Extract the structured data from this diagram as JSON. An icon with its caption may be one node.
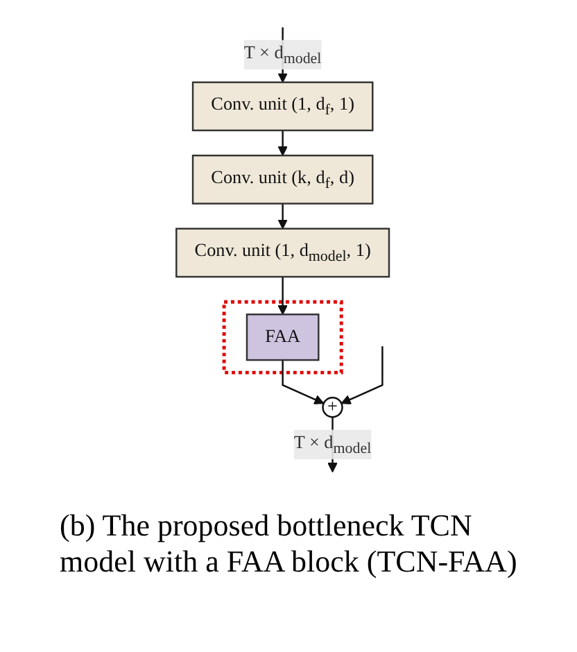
{
  "diagram": {
    "caption": "(b) The proposed bottleneck TCN model with a FAA block (TCN-FAA)",
    "nodes": [
      {
        "text": [
          "Conv. unit (1, d$_{f}$, 1)"
        ]
      },
      {
        "text": [
          "Conv. unit (k, d$_{f}$, d)"
        ]
      },
      {
        "text": [
          "Conv. unit (1, d$_{model}$, 1)"
        ]
      },
      {
        "text": [],
        "shape": "box"
      },
      {
        "text": [
          "FAA"
        ],
        "in": 3
      },
      {
        "text": [
          "+"
        ]
      }
    ],
    "edges": [
      {
        "from": null,
        "to": 0,
        "arrow": "to",
        "label": "T × d$_{model}$"
      },
      {
        "from": 0,
        "to": 1,
        "arrow": "to"
      },
      {
        "from": 1,
        "to": 2,
        "arrow": "to"
      },
      {
        "from": 2,
        "to": 4,
        "arrow": "to"
      },
      {
        "from": 4,
        "to": 5,
        "arrow": "to"
      },
      {
        "from": null,
        "to": 5,
        "arrow": "to"
      },
      {
        "from": 5,
        "to": null,
        "arrow": "to",
        "label": "T × d$_{model}$"
      }
    ]
  }
}
